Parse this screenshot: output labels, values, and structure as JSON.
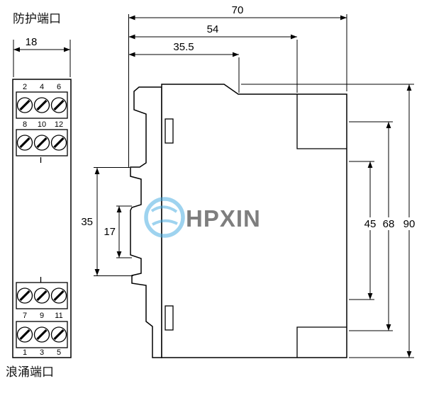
{
  "page": {
    "background": "#ffffff",
    "line_color": "#000000"
  },
  "labels": {
    "top_port": "防护端口",
    "bottom_port": "浪涌端口"
  },
  "watermark": {
    "text": "HPXIN",
    "color": "#3fa8e0"
  },
  "front_view": {
    "dim_width": "18",
    "top_terminals": {
      "row1": [
        "2",
        "4",
        "6"
      ],
      "row2": [
        "8",
        "10",
        "12"
      ]
    },
    "bottom_terminals": {
      "row1": [
        "7",
        "9",
        "11"
      ],
      "row2": [
        "1",
        "3",
        "5"
      ]
    }
  },
  "side_view": {
    "dim_depth_total": "70",
    "dim_depth_mid": "54",
    "dim_depth_front": "35.5",
    "dim_rail_outer": "35",
    "dim_rail_inner": "17",
    "dim_height_front": "45",
    "dim_height_mid": "68",
    "dim_height_total": "90"
  }
}
